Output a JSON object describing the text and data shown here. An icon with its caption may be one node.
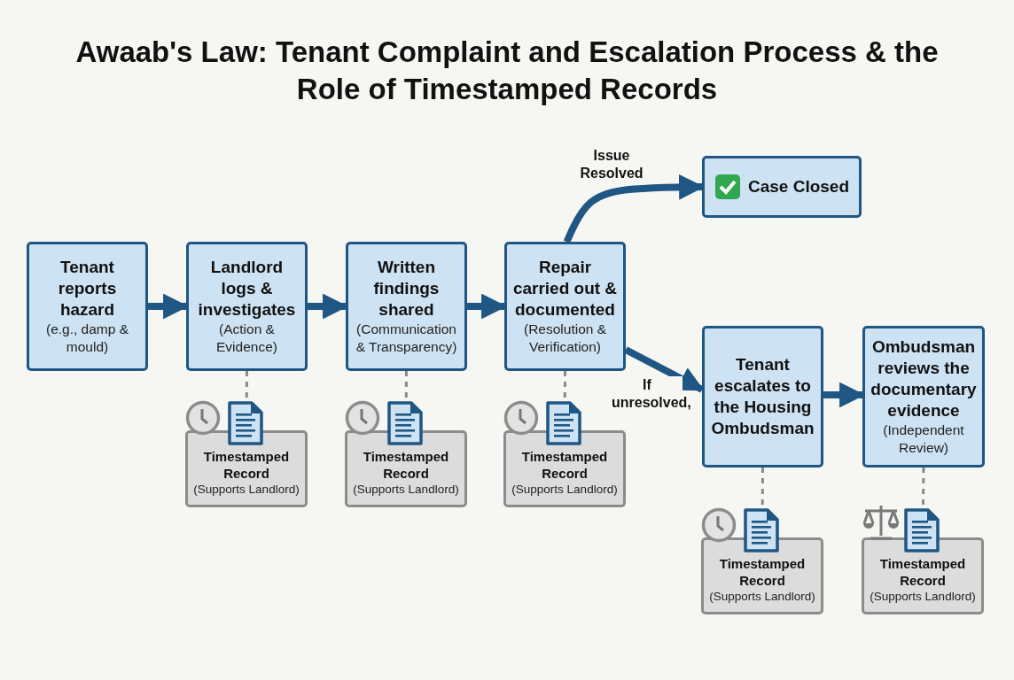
{
  "diagram": {
    "title": "Awaab's Law: Tenant Complaint and Escalation Process & the Role of Timestamped Records",
    "nodes": [
      {
        "text": [
          "Tenant reports hazard",
          "(e.g., damp & mould)"
        ]
      },
      {
        "text": [
          "Landlord logs & investigates",
          "(Action & Evidence)"
        ]
      },
      {
        "text": [
          "Written findings shared",
          "(Communication & Transparency)"
        ]
      },
      {
        "text": [
          "Repair carried out & documented",
          "(Resolution & Verification)"
        ]
      },
      {
        "text": [
          "Case Closed"
        ]
      },
      {
        "text": [
          "Tenant escalates to the Housing Ombudsman"
        ]
      },
      {
        "text": [
          "Ombudsman reviews the documentary evidence",
          "(Independent Review)"
        ]
      },
      {
        "text": [
          "Timestamped Record",
          "(Supports Landlord)"
        ]
      },
      {
        "text": [
          "Timestamped Record",
          "(Supports Landlord)"
        ]
      },
      {
        "text": [
          "Timestamped Record",
          "(Supports Landlord)"
        ]
      },
      {
        "text": [
          "Timestamped Record",
          "(Supports Landlord)"
        ]
      },
      {
        "text": [
          "Timestamped Record",
          "(Supports Landlord)"
        ]
      }
    ],
    "edges": [
      {
        "from": 0,
        "to": 1,
        "arrow": "to"
      },
      {
        "from": 1,
        "to": 2,
        "arrow": "to"
      },
      {
        "from": 2,
        "to": 3,
        "arrow": "to"
      },
      {
        "from": 3,
        "to": 4,
        "arrow": "to",
        "label": "Issue Resolved"
      },
      {
        "from": 3,
        "to": 5,
        "arrow": "to",
        "label": "If unresolved,"
      },
      {
        "from": 5,
        "to": 6,
        "arrow": "to"
      },
      {
        "from": 1,
        "to": 7,
        "arrow": "none",
        "style": "dashed",
        "color": "#8a8a8a"
      },
      {
        "from": 2,
        "to": 8,
        "arrow": "none",
        "style": "dashed",
        "color": "#8a8a8a"
      },
      {
        "from": 3,
        "to": 9,
        "arrow": "none",
        "style": "dashed",
        "color": "#8a8a8a"
      },
      {
        "from": 5,
        "to": 10,
        "arrow": "none",
        "style": "dashed",
        "color": "#8a8a8a"
      },
      {
        "from": 6,
        "to": 11,
        "arrow": "none",
        "style": "dashed",
        "color": "#8a8a8a"
      }
    ]
  }
}
